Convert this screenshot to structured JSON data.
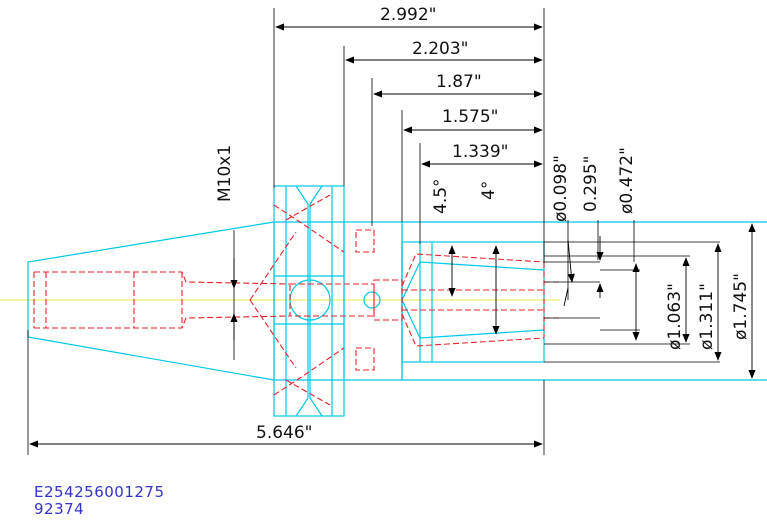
{
  "colors": {
    "outline": "#00c8e6",
    "hidden": "#e8222a",
    "dimension": "#000000",
    "centerline": "#e8e84a",
    "label": "#3333cc"
  },
  "dimensions": {
    "d_2992": "2.992\"",
    "d_2203": "2.203\"",
    "d_187": "1.87\"",
    "d_1575": "1.575\"",
    "d_1339": "1.339\"",
    "d_5646": "5.646\"",
    "thread": "M10x1",
    "angle_45": "4.5°",
    "angle_4": "4°",
    "dia_0098": "ø0.098\"",
    "d_0295": "0.295\"",
    "dia_0472": "ø0.472\"",
    "dia_1063": "ø1.063\"",
    "dia_1311": "ø1.311\"",
    "dia_1745": "ø1.745\""
  },
  "part": {
    "code": "E254256001275",
    "number": "92374"
  }
}
